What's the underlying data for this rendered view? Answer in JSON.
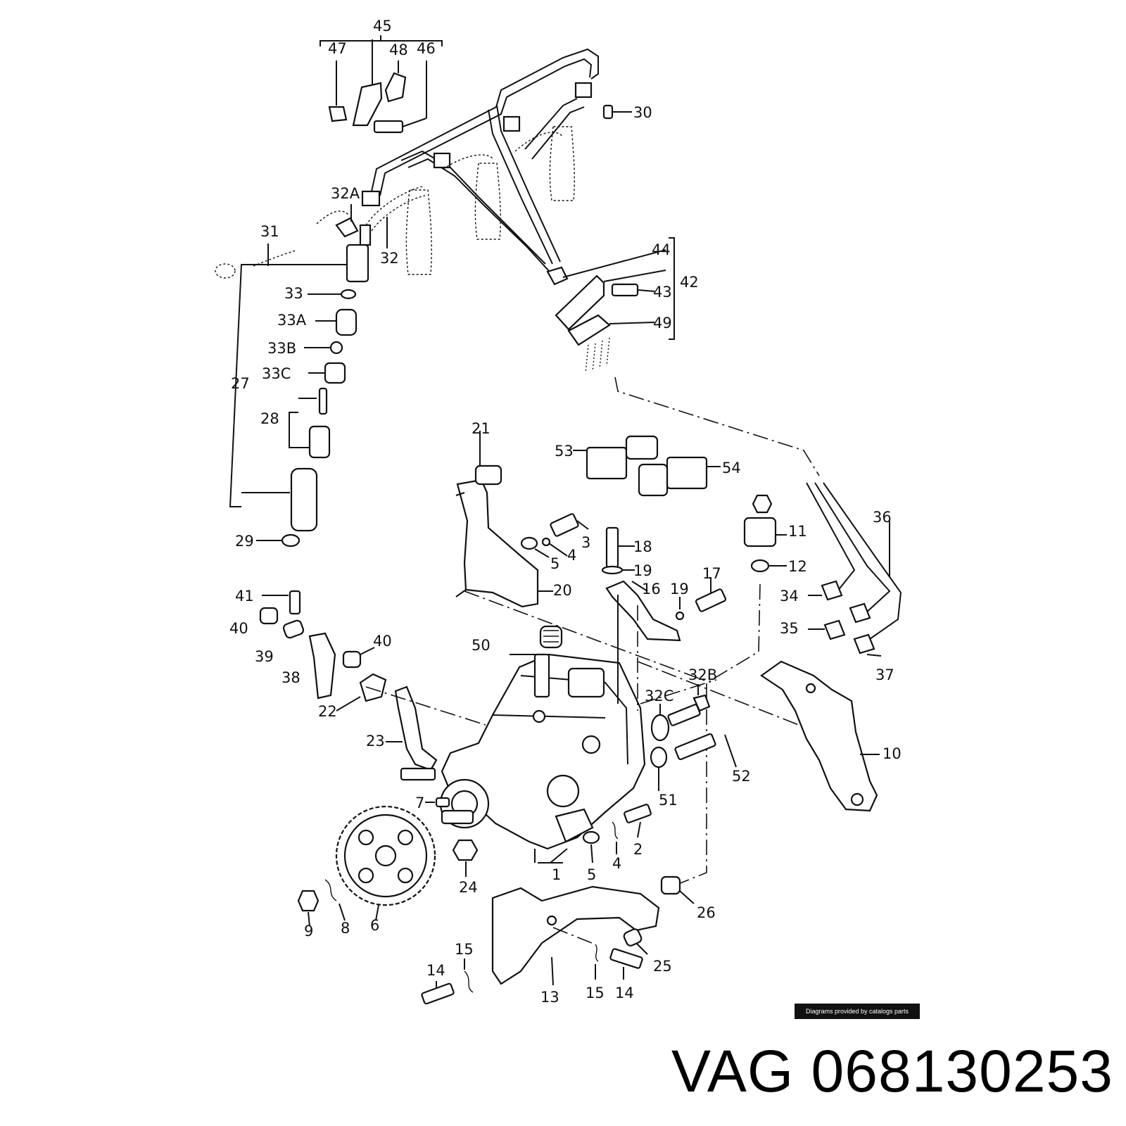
{
  "diagram": {
    "labels": [
      "45",
      "47",
      "48",
      "46",
      "30",
      "32A",
      "31",
      "32",
      "44",
      "43",
      "42",
      "49",
      "33",
      "33A",
      "33B",
      "33C",
      "27",
      "28",
      "29",
      "21",
      "53",
      "54",
      "11",
      "12",
      "36",
      "3",
      "4",
      "5",
      "18",
      "19",
      "20",
      "16",
      "17",
      "19",
      "34",
      "35",
      "37",
      "41",
      "40",
      "39",
      "38",
      "40",
      "50",
      "32B",
      "32C",
      "22",
      "23",
      "10",
      "52",
      "51",
      "7",
      "2",
      "4",
      "1",
      "5",
      "24",
      "6",
      "9",
      "8",
      "26",
      "25",
      "15",
      "14",
      "13",
      "15",
      "14"
    ]
  },
  "credit": "Diagrams provided by catalogs parts",
  "part_number": "VAG 068130253"
}
